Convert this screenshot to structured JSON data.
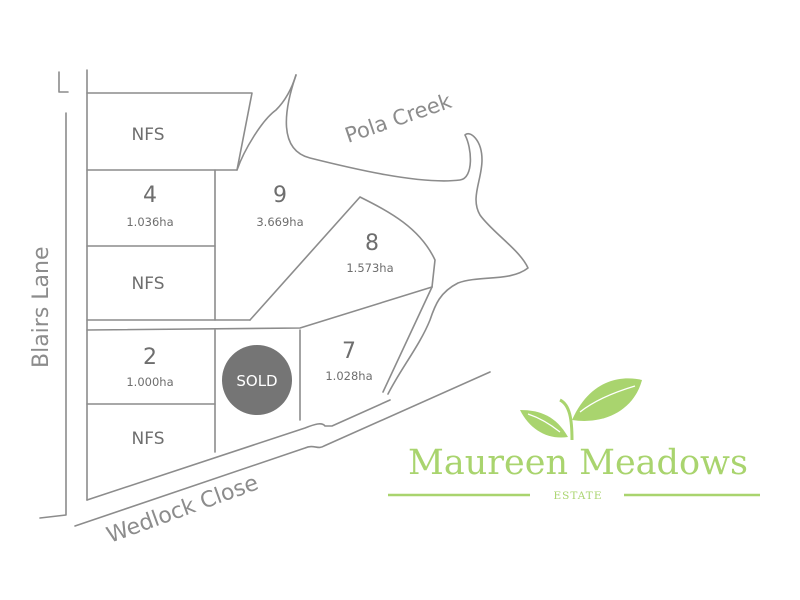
{
  "roads": {
    "blairs_lane": "Blairs Lane",
    "wedlock_close": "Wedlock Close"
  },
  "creek": "Pola Creek",
  "lots": [
    {
      "id": "nfs_top",
      "label": "NFS"
    },
    {
      "id": "4",
      "label": "4",
      "area": "1.036ha"
    },
    {
      "id": "9",
      "label": "9",
      "area": "3.669ha"
    },
    {
      "id": "8",
      "label": "8",
      "area": "1.573ha"
    },
    {
      "id": "nfs_mid",
      "label": "NFS"
    },
    {
      "id": "2",
      "label": "2",
      "area": "1.000ha"
    },
    {
      "id": "sold",
      "label": "SOLD",
      "status": "sold"
    },
    {
      "id": "7",
      "label": "7",
      "area": "1.028ha"
    },
    {
      "id": "nfs_bottom",
      "label": "NFS"
    }
  ],
  "brand": {
    "name": "Maureen Meadows",
    "subtitle": "ESTATE",
    "color": "#a9d46e",
    "logo": "two-leaf sprout"
  },
  "colors": {
    "lines": "#8c8c8c",
    "text": "#6e6e6e",
    "sold_badge": "#757575"
  }
}
